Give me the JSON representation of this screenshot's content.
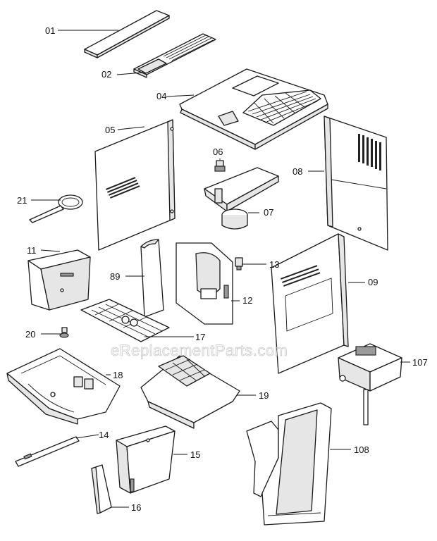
{
  "watermark": "eReplacementParts.com",
  "callouts": {
    "p01": "01",
    "p02": "02",
    "p04": "04",
    "p05": "05",
    "p06": "06",
    "p07": "07",
    "p08": "08",
    "p09": "09",
    "p11": "11",
    "p12": "12",
    "p13": "13",
    "p14": "14",
    "p15": "15",
    "p16": "16",
    "p17": "17",
    "p18": "18",
    "p19": "19",
    "p20": "20",
    "p21": "21",
    "p89": "89",
    "p107": "107",
    "p108": "108"
  }
}
